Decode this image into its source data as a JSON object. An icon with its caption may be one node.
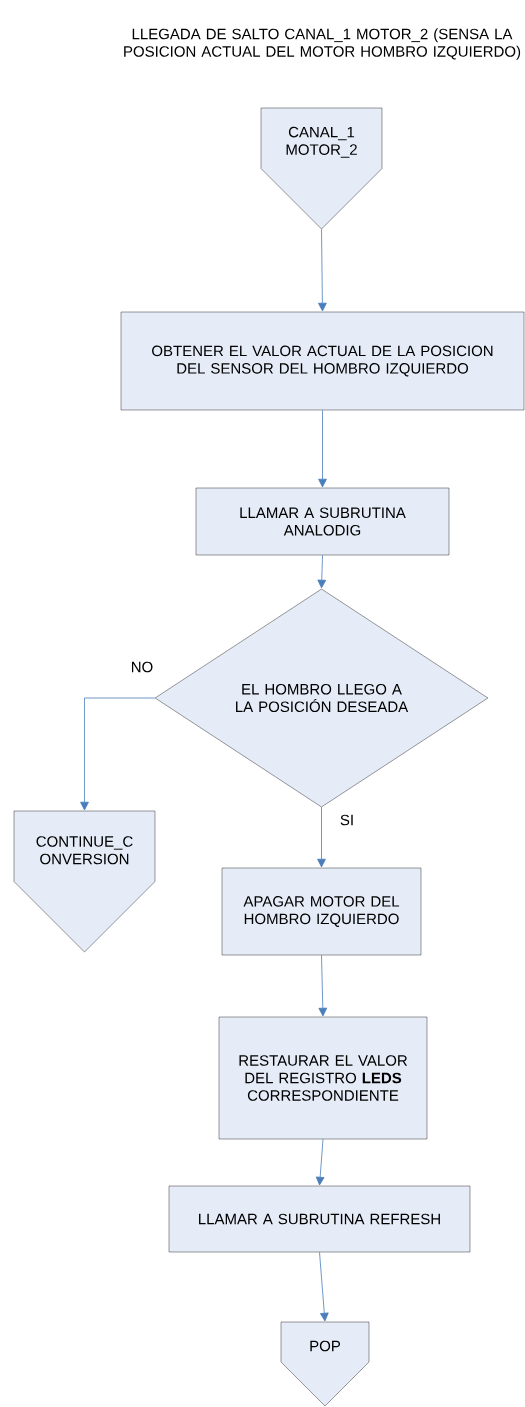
{
  "diagram": {
    "title": "LLEGADA DE SALTO CANAL_1 MOTOR_2 (SENSA LA POSICION ACTUAL DEL MOTOR HOMBRO IZQUIERDO)",
    "nodes": [
      {
        "text": [
          "CANAL_1 MOTOR_2"
        ]
      },
      {
        "text": [
          "OBTENER EL VALOR ACTUAL DE LA POSICION DEL SENSOR DEL HOMBRO IZQUIERDO"
        ]
      },
      {
        "text": [
          "LLAMAR A SUBRUTINA ANALODIG"
        ]
      },
      {
        "text": [
          "EL HOMBRO LLEGO A LA POSICIÓN DESEADA"
        ]
      },
      {
        "text": [
          "CONTINUE_C ONVERSION"
        ]
      },
      {
        "text": [
          "APAGAR MOTOR DEL HOMBRO IZQUIERDO"
        ]
      },
      {
        "text": [
          "RESTAURAR EL VALOR DEL REGISTRO **LEDS** CORRESPONDIENTE"
        ]
      },
      {
        "text": [
          "LLAMAR A SUBRUTINA REFRESH"
        ]
      },
      {
        "text": [
          "POP"
        ]
      }
    ],
    "edges": [
      {
        "from": 0,
        "to": 1,
        "arrow": "to"
      },
      {
        "from": 1,
        "to": 2,
        "arrow": "to"
      },
      {
        "from": 2,
        "to": 3,
        "arrow": "to"
      },
      {
        "from": 3,
        "to": 4,
        "arrow": "to",
        "label": "NO"
      },
      {
        "from": 3,
        "to": 5,
        "arrow": "to",
        "label": "SI"
      },
      {
        "from": 5,
        "to": 6,
        "arrow": "to"
      },
      {
        "from": 6,
        "to": 7,
        "arrow": "to"
      },
      {
        "from": 7,
        "to": 8,
        "arrow": "to"
      }
    ]
  }
}
